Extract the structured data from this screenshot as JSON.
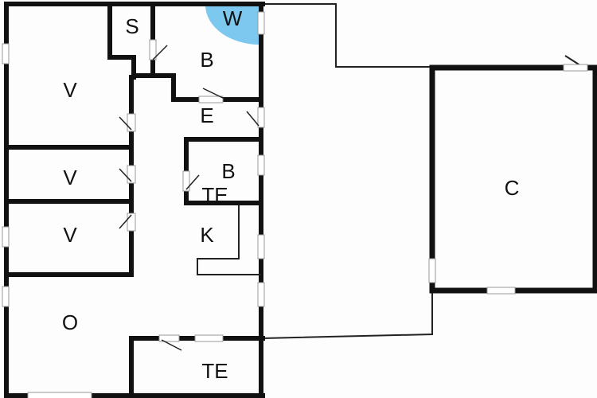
{
  "rooms": {
    "storage": "S",
    "washer": "W",
    "bath_top": "B",
    "bedroom_1": "V",
    "bedroom_2": "V",
    "bedroom_3": "V",
    "entrance": "E",
    "bath_mid": "B",
    "technical_mid": "TE",
    "kitchen": "K",
    "living": "O",
    "technical_bottom": "TE",
    "carport": "C"
  },
  "colors": {
    "wall": "#111111",
    "washer_area": "#7cc8ee",
    "background": "#fdfdfd"
  }
}
